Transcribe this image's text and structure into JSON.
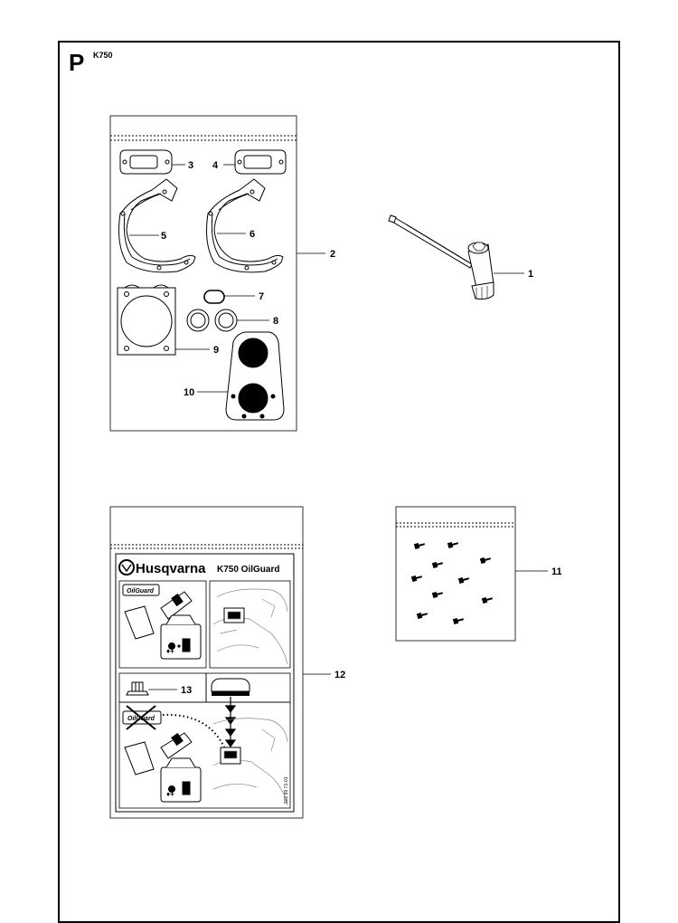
{
  "header": {
    "section_letter": "P",
    "model": "K750"
  },
  "callouts": {
    "c1": "1",
    "c2": "2",
    "c3": "3",
    "c4": "4",
    "c5": "5",
    "c6": "6",
    "c7": "7",
    "c8": "8",
    "c9": "9",
    "c10": "10",
    "c11": "11",
    "c12": "12",
    "c13": "13"
  },
  "decal": {
    "brand": "Husqvarna",
    "product": "K750 OilGuard",
    "badge": "OilGuard",
    "part_code": "502 89 71-01"
  },
  "icons": [
    "gasket-kit-bag",
    "spark-plug-wrench",
    "screw-bag",
    "oilguard-decal-sheet",
    "fuel-oil-mix-icon",
    "no-oilguard-icon"
  ]
}
